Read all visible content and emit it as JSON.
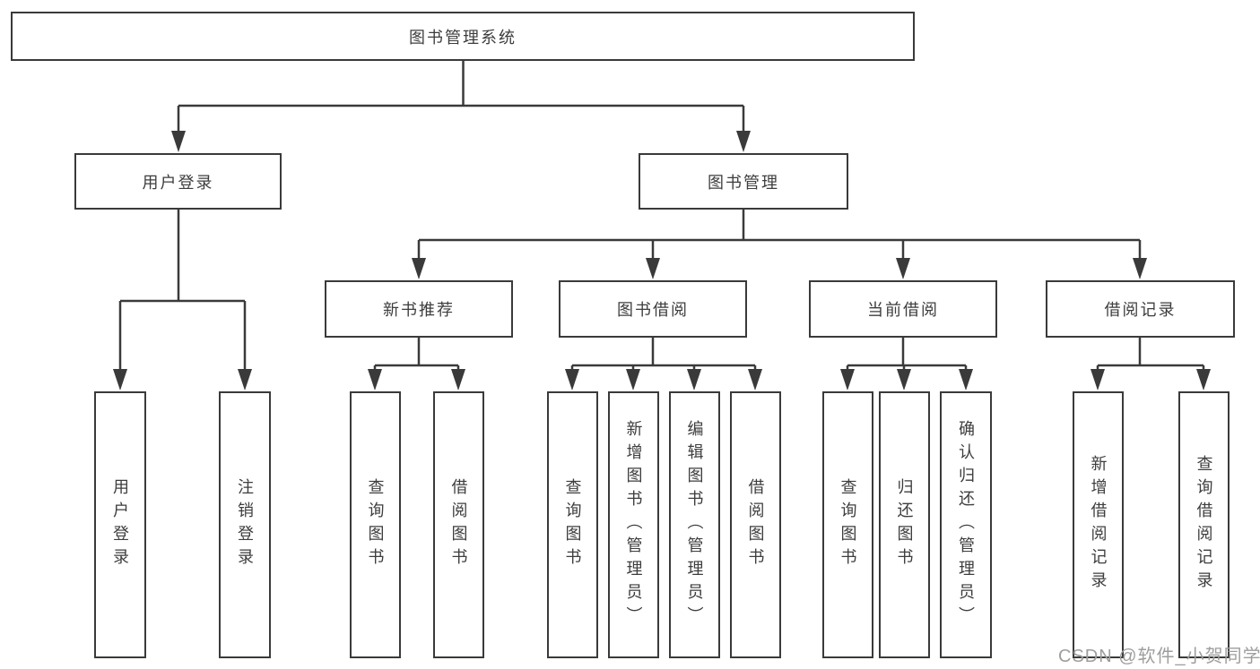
{
  "diagram": {
    "type": "hierarchy-tree",
    "nodes": {
      "root": "图书管理系统",
      "user_login": "用户登录",
      "book_management": "图书管理",
      "new_book_recommend": "新书推荐",
      "book_borrow": "图书借阅",
      "current_borrow": "当前借阅",
      "borrow_record": "借阅记录",
      "ul_user_login": "用户登录",
      "ul_logout": "注销登录",
      "nr_query_book": "查询图书",
      "nr_borrow_book": "借阅图书",
      "bb_query_book": "查询图书",
      "bb_add_book": "新增图书（管理员）",
      "bb_edit_book": "编辑图书（管理员）",
      "bb_borrow_book": "借阅图书",
      "cb_query_book": "查询图书",
      "cb_return_book": "归还图书",
      "cb_confirm_return": "确认归还（管理员）",
      "br_add_record": "新增借阅记录",
      "br_query_record": "查询借阅记录"
    },
    "edges": [
      [
        "root",
        "user_login"
      ],
      [
        "root",
        "book_management"
      ],
      [
        "user_login",
        "ul_user_login"
      ],
      [
        "user_login",
        "ul_logout"
      ],
      [
        "book_management",
        "new_book_recommend"
      ],
      [
        "book_management",
        "book_borrow"
      ],
      [
        "book_management",
        "current_borrow"
      ],
      [
        "book_management",
        "borrow_record"
      ],
      [
        "new_book_recommend",
        "nr_query_book"
      ],
      [
        "new_book_recommend",
        "nr_borrow_book"
      ],
      [
        "book_borrow",
        "bb_query_book"
      ],
      [
        "book_borrow",
        "bb_add_book"
      ],
      [
        "book_borrow",
        "bb_edit_book"
      ],
      [
        "book_borrow",
        "bb_borrow_book"
      ],
      [
        "current_borrow",
        "cb_query_book"
      ],
      [
        "current_borrow",
        "cb_return_book"
      ],
      [
        "current_borrow",
        "cb_confirm_return"
      ],
      [
        "borrow_record",
        "br_add_record"
      ],
      [
        "borrow_record",
        "br_query_record"
      ]
    ]
  },
  "watermark": "CSDN @软件_小贺同学",
  "colors": {
    "line": "#3a3a3a",
    "text": "#3d3d3d",
    "watermark": "#9e9e9e",
    "box_bg": "#ffffff",
    "page_bg": "#ffffff"
  }
}
